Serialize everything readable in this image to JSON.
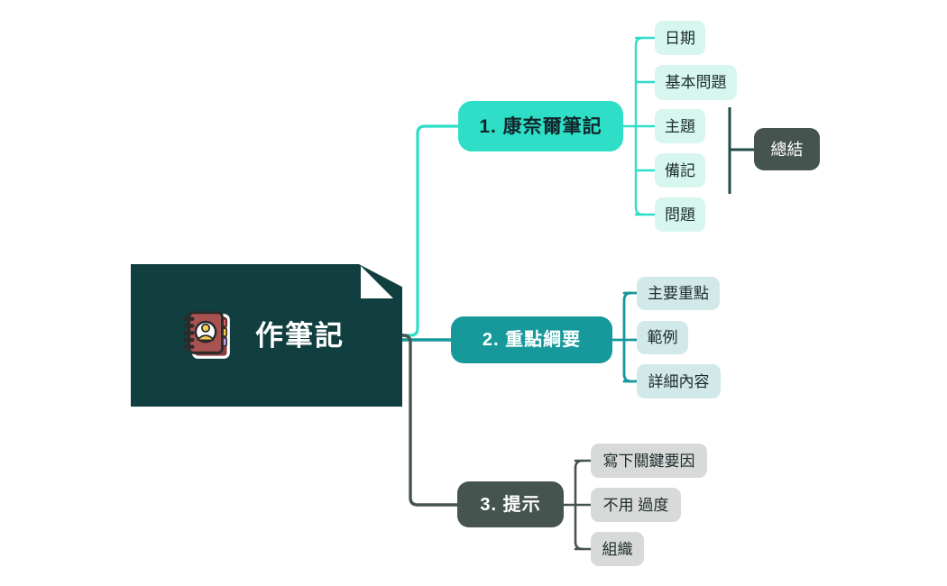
{
  "diagram": {
    "title": "作筆記",
    "type": "mindmap",
    "background": "#ffffff"
  },
  "root": {
    "label": "作筆記",
    "icon": "address-book-icon",
    "bg_color": "#113f3f",
    "text_color": "#ffffff"
  },
  "branches": [
    {
      "label": "1. 康奈爾筆記",
      "bg_color": "#2edec7",
      "text_color": "#11262c",
      "connector_color": "#2edec7",
      "leaves": [
        {
          "label": "日期"
        },
        {
          "label": "基本問題"
        },
        {
          "label": "主題"
        },
        {
          "label": "備記"
        },
        {
          "label": "問題"
        }
      ]
    },
    {
      "label": "2. 重點綱要",
      "bg_color": "#17999b",
      "text_color": "#ffffff",
      "connector_color": "#17999b",
      "leaves": [
        {
          "label": "主要重點"
        },
        {
          "label": "範例"
        },
        {
          "label": "詳細內容"
        }
      ]
    },
    {
      "label": "3. 提示",
      "bg_color": "#46544f",
      "text_color": "#ffffff",
      "connector_color": "#46544f",
      "leaves": [
        {
          "label": "寫下關鍵要因"
        },
        {
          "label": "不用 過度"
        },
        {
          "label": "組織"
        }
      ]
    }
  ],
  "summary": {
    "label": "總結",
    "bg_color": "#46544f",
    "text_color": "#ffffff",
    "bracket_color": "#1f4b4b"
  },
  "icon_palette": {
    "cover": "#a85252",
    "cover_dark": "#8e3f3f",
    "outline": "#2b2b2b",
    "avatar_fill": "#f5d04e",
    "tab_red": "#e0585e",
    "tab_yellow": "#f3c53e",
    "tab_purple": "#b9a2e0",
    "page": "#ffffff"
  }
}
